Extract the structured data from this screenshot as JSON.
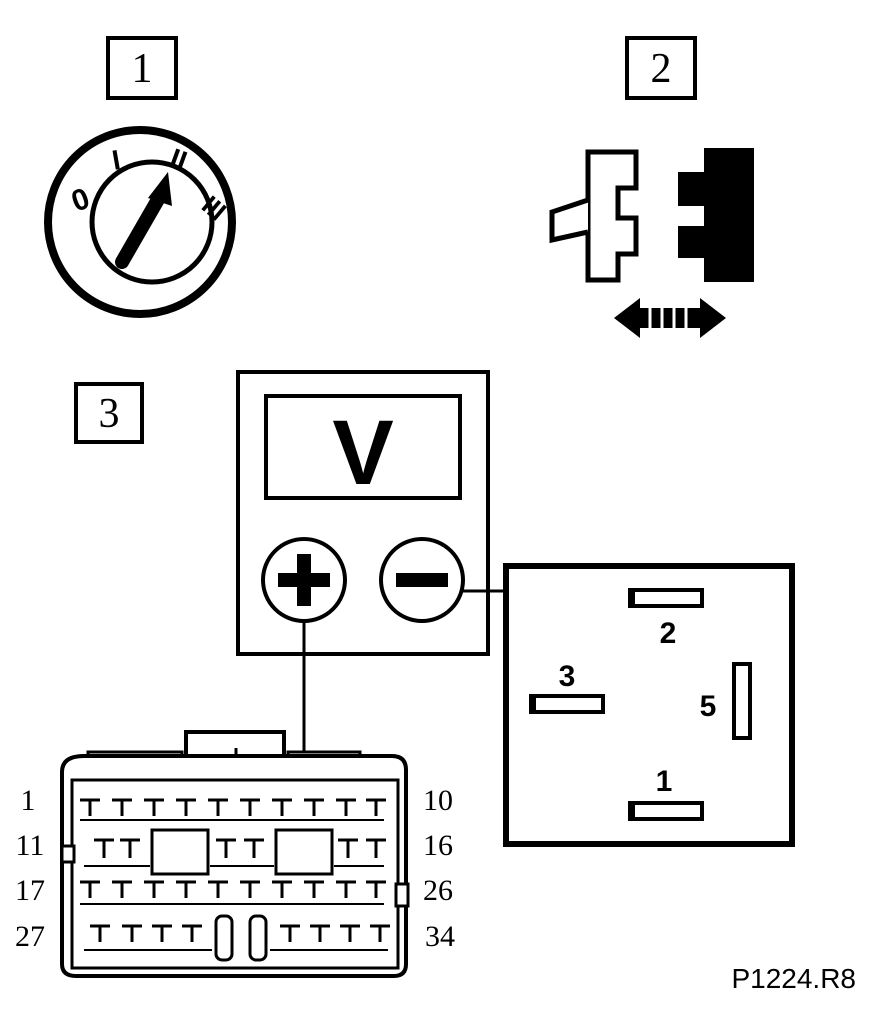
{
  "steps": {
    "step1": "1",
    "step2": "2",
    "step3": "3"
  },
  "ignition": {
    "pos0": "0",
    "pos1": "I",
    "pos2": "II",
    "pos3": "III"
  },
  "meter": {
    "unit": "V",
    "plus": "+",
    "minus": "−"
  },
  "relay": {
    "pin2": "2",
    "pin3": "3",
    "pin5": "5",
    "pin1": "1"
  },
  "connector": {
    "row1_left": "1",
    "row1_right": "10",
    "row2_left": "11",
    "row2_right": "16",
    "row3_left": "17",
    "row3_right": "26",
    "row4_left": "27",
    "row4_right": "34"
  },
  "reference": "P1224.R8"
}
